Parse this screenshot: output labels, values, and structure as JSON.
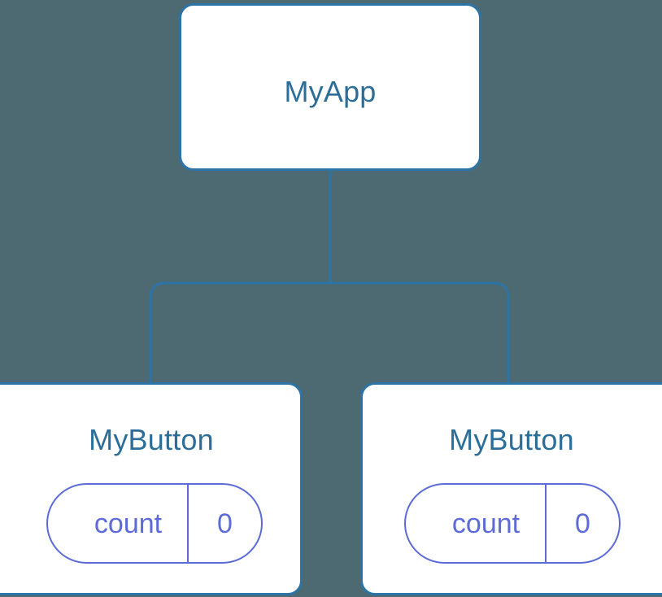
{
  "diagram": {
    "title": "component-tree",
    "background_color": "#4d6a73",
    "node_border_color": "#2c74a6",
    "node_label_color": "#2d6e99",
    "edge_color": "#2c74a6",
    "pill_color": "#5c6bd6"
  },
  "nodes": {
    "root": {
      "label": "MyApp"
    },
    "child_left": {
      "label": "MyButton",
      "state": {
        "key": "count",
        "value": "0"
      }
    },
    "child_right": {
      "label": "MyButton",
      "state": {
        "key": "count",
        "value": "0"
      }
    }
  },
  "edges": [
    {
      "from": "root",
      "to": "child_left"
    },
    {
      "from": "root",
      "to": "child_right"
    }
  ]
}
